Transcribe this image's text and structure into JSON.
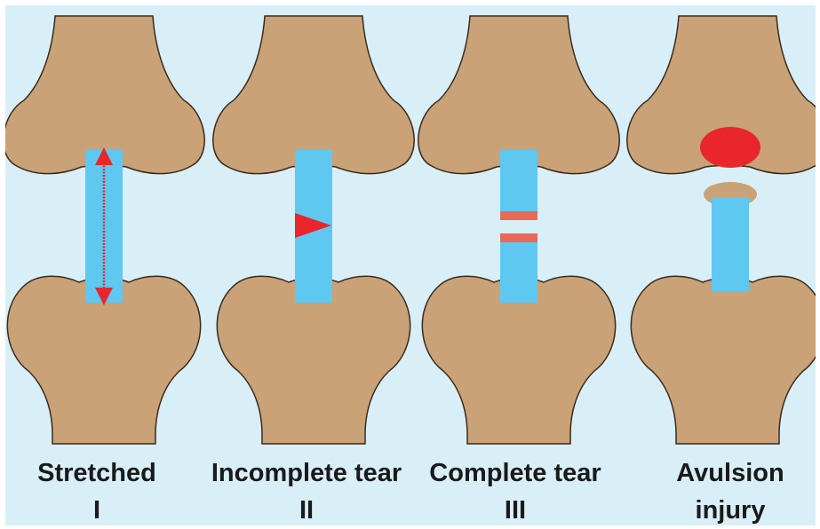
{
  "colors": {
    "background": "#d9eff7",
    "bone": "#c9a277",
    "bone_outline": "#3a2a1c",
    "ligament": "#5ec8f1",
    "injury_red": "#e8262b",
    "tear_band": "#ea6a57",
    "caption": "#1a1a1a"
  },
  "panels": [
    {
      "id": "stretched",
      "caption_line1": "Stretched",
      "caption_line2": "I",
      "injury_marker": "double-arrow-icon"
    },
    {
      "id": "incomplete",
      "caption_line1": "Incomplete tear",
      "caption_line2": "II",
      "injury_marker": "partial-tear-wedge-icon"
    },
    {
      "id": "complete",
      "caption_line1": "Complete tear",
      "caption_line2": "III",
      "injury_marker": "full-tear-bands-icon"
    },
    {
      "id": "avulsion",
      "caption_line1": "Avulsion",
      "caption_line2": "injury",
      "injury_marker": "avulsed-bone-fragment-icon"
    }
  ]
}
